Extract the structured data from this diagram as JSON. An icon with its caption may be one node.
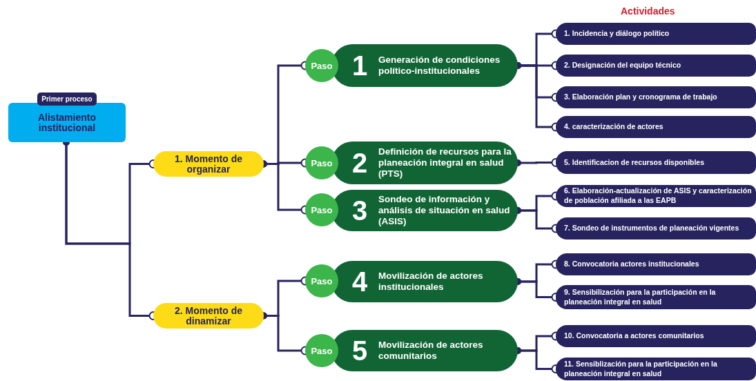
{
  "diagram": {
    "nodes": [
      {
        "text": [
          "Primer proceso",
          "Alistamiento institucional"
        ]
      },
      {
        "text": [
          "1. Momento de organizar"
        ]
      },
      {
        "text": [
          "2. Momento de dinamizar"
        ]
      },
      {
        "text": [
          "Paso"
        ]
      },
      {
        "text": [
          "1",
          "Generación de condiciones político-institucionales"
        ]
      },
      {
        "text": [
          "Paso"
        ]
      },
      {
        "text": [
          "2",
          "Definición de recursos para la planeación integral en salud (PTS)"
        ]
      },
      {
        "text": [
          "Paso"
        ]
      },
      {
        "text": [
          "3",
          "Sondeo de información y análisis de situación en salud (ASIS)"
        ]
      },
      {
        "text": [
          "Paso"
        ]
      },
      {
        "text": [
          "4",
          "Movilización de actores institucionales"
        ]
      },
      {
        "text": [
          "Paso"
        ]
      },
      {
        "text": [
          "5",
          "Movilización de actores comunitarios"
        ]
      },
      {
        "text": [
          "1. Incidencia y diálogo político"
        ]
      },
      {
        "text": [
          "2. Designación del equipo técnico"
        ]
      },
      {
        "text": [
          "3. Elaboración plan y cronograma de trabajo"
        ]
      },
      {
        "text": [
          "4. caracterización de actores"
        ]
      },
      {
        "text": [
          "5. Identificacion de recursos disponibles"
        ]
      },
      {
        "text": [
          "6. Elaboración-actualización de ASIS y caracterización de población afiliada a las EAPB"
        ]
      },
      {
        "text": [
          "7. Sondeo de instrumentos de planeación vigentes"
        ]
      },
      {
        "text": [
          "8. Convocatoria actores institucionales"
        ]
      },
      {
        "text": [
          "9. Sensibilización para la participación en la planeación integral en salud"
        ]
      },
      {
        "text": [
          "10. Convocatoria a actores comunitarios"
        ]
      },
      {
        "text": [
          "11. Sensiblización para la participación en la planeación integral  en salud"
        ]
      }
    ],
    "edges": [
      {
        "from": 0,
        "to": 1,
        "arrow": "other"
      },
      {
        "from": 0,
        "to": 2,
        "arrow": "other"
      },
      {
        "from": 1,
        "to": 3,
        "arrow": "other"
      },
      {
        "from": 1,
        "to": 5,
        "arrow": "other"
      },
      {
        "from": 1,
        "to": 7,
        "arrow": "other"
      },
      {
        "from": 2,
        "to": 9,
        "arrow": "other"
      },
      {
        "from": 2,
        "to": 11,
        "arrow": "other"
      },
      {
        "from": 4,
        "to": 13,
        "arrow": "other"
      },
      {
        "from": 4,
        "to": 14,
        "arrow": "other"
      },
      {
        "from": 4,
        "to": 15,
        "arrow": "other"
      },
      {
        "from": 4,
        "to": 16,
        "arrow": "other"
      },
      {
        "from": 6,
        "to": 17,
        "arrow": "other"
      },
      {
        "from": 8,
        "to": 18,
        "arrow": "other"
      },
      {
        "from": 8,
        "to": 19,
        "arrow": "other"
      },
      {
        "from": 10,
        "to": 20,
        "arrow": "other"
      },
      {
        "from": 10,
        "to": 21,
        "arrow": "other"
      },
      {
        "from": 12,
        "to": 22,
        "arrow": "other"
      },
      {
        "from": 12,
        "to": 23,
        "arrow": "other"
      }
    ],
    "labels": [
      "Actividades"
    ]
  }
}
